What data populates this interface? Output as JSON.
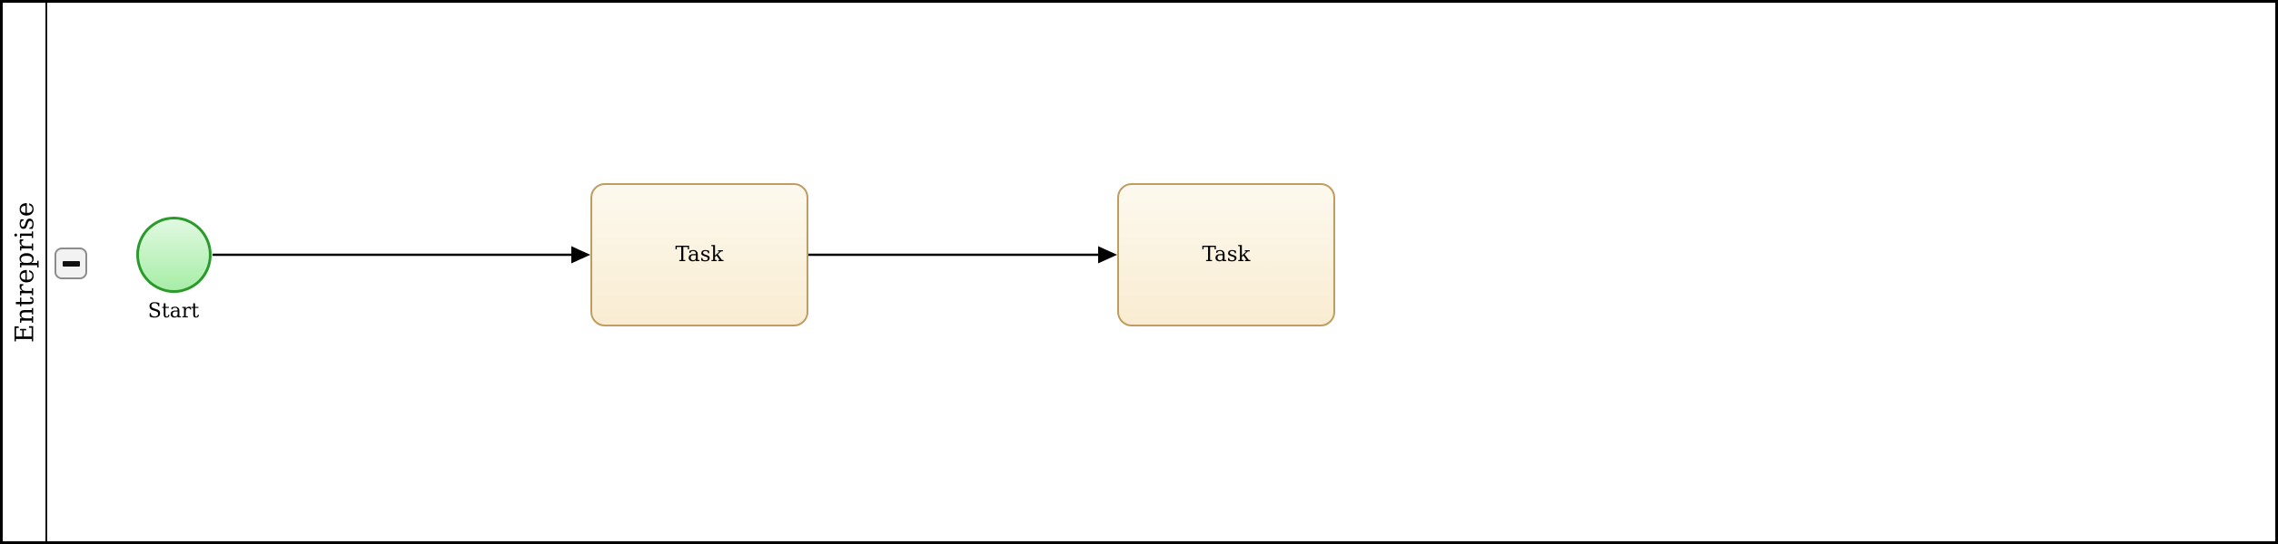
{
  "diagram": {
    "type": "bpmn-process",
    "pool": {
      "lane_label": "Entreprise",
      "collapse_icon": "minus",
      "collapse_glyph": "−"
    },
    "nodes": [
      {
        "id": "start",
        "type": "start-event",
        "label": "Start"
      },
      {
        "id": "task1",
        "type": "task",
        "label": "Task"
      },
      {
        "id": "task2",
        "type": "task",
        "label": "Task"
      }
    ],
    "flows": [
      {
        "from": "start",
        "to": "task1"
      },
      {
        "from": "task1",
        "to": "task2"
      }
    ],
    "colors": {
      "pool_border": "#000000",
      "start_fill_top": "#e1f9e1",
      "start_fill_bottom": "#a7eda7",
      "start_stroke": "#2a9b2a",
      "task_fill_top": "#fdf9ee",
      "task_fill_bottom": "#f9ecd2",
      "task_stroke": "#c19c60",
      "button_fill": "#f2f2f2",
      "button_border": "#8c8c8c",
      "flow_line": "#000000"
    }
  }
}
